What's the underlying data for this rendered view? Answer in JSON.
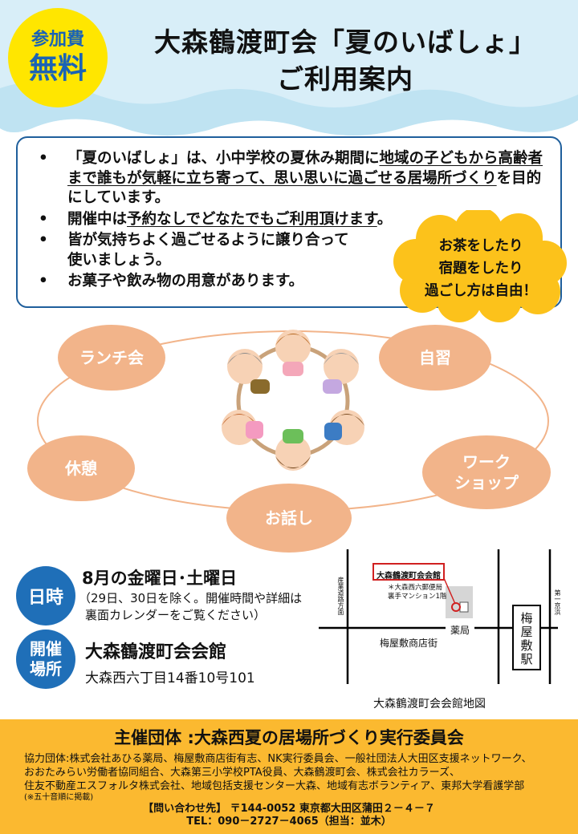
{
  "badge": {
    "line1": "参加費",
    "line2": "無料"
  },
  "title": {
    "line1": "大森鶴渡町会「夏のいばしょ」",
    "line2": "ご利用案内"
  },
  "info": {
    "item1": {
      "a": "「夏のいばしょ」は、小中学校の夏休み期間に",
      "b": "地域の子どもから高齢者まで誰もが気軽に立ち寄って、思い思いに過ごせる居場所づくり",
      "c": "を目的にしています。"
    },
    "item2": {
      "a": "開催中は",
      "b": "予約なしでどなたでもご利用頂けます",
      "c": "。"
    },
    "item3": {
      "line1": "皆が気持ちよく過ごせるように譲り合って",
      "line2": "使いましょう。"
    },
    "item4": "お菓子や飲み物の用意があります。",
    "bullet": "•"
  },
  "cloud": {
    "line1": "お茶をしたり",
    "line2": "宿題をしたり",
    "line3": "過ごし方は自由！"
  },
  "activities": {
    "lunch": "ランチ会",
    "study": "自習",
    "rest": "休憩",
    "workshop_l1": "ワーク",
    "workshop_l2": "ショップ",
    "talk": "お話し"
  },
  "datetime": {
    "label": "日時",
    "value": "8月の金曜日･土曜日",
    "note1": "（29日、30日を除く。開催時間や詳細は",
    "note2": "裏面カレンダーをご覧ください）"
  },
  "venue": {
    "label1": "開催",
    "label2": "場所",
    "name": "大森鶴渡町会会館",
    "address": "大森西六丁目14番10号101"
  },
  "map": {
    "box_label": "大森鶴渡町会会館",
    "annot1": "＊大森西六郵便局",
    "annot2": "裏手マンション1階",
    "road_left": "産業道路方面",
    "road_right": "第一京浜",
    "pharmacy": "薬局",
    "street": "梅屋敷商店街",
    "station_l1": "梅",
    "station_l2": "屋",
    "station_l3": "敷",
    "station_l4": "駅",
    "caption": "大森鶴渡町会会館地図"
  },
  "footer": {
    "organizer": "主催団体 :大森西夏の居場所づくり実行委員会",
    "coop_l1": "協力団体:株式会社あひる薬局、梅屋敷商店街有志、NK実行委員会、一般社団法人大田区支援ネットワーク、",
    "coop_l2": "おおたみらい労働者協同組合、大森第三小学校PTA役員、大森鶴渡町会、株式会社カラーズ、",
    "coop_l3": "住友不動産エスフォルタ株式会社、地域包括支援センター大森、地域有志ボランティア、東邦大学看護学部",
    "coop_note": "(※五十音順に掲載)",
    "contact_l1": "【問い合わせ先】 〒144-0052  東京都大田区蒲田２－４－７",
    "contact_l2": "TEL：090－2727－4065（担当：並木）"
  },
  "colors": {
    "badge_yellow": "#ffe600",
    "accent_blue": "#1f6fb8",
    "activity_orange": "#f2b48a",
    "cloud_yellow": "#fcc21b",
    "footer_orange": "#fbb930"
  }
}
